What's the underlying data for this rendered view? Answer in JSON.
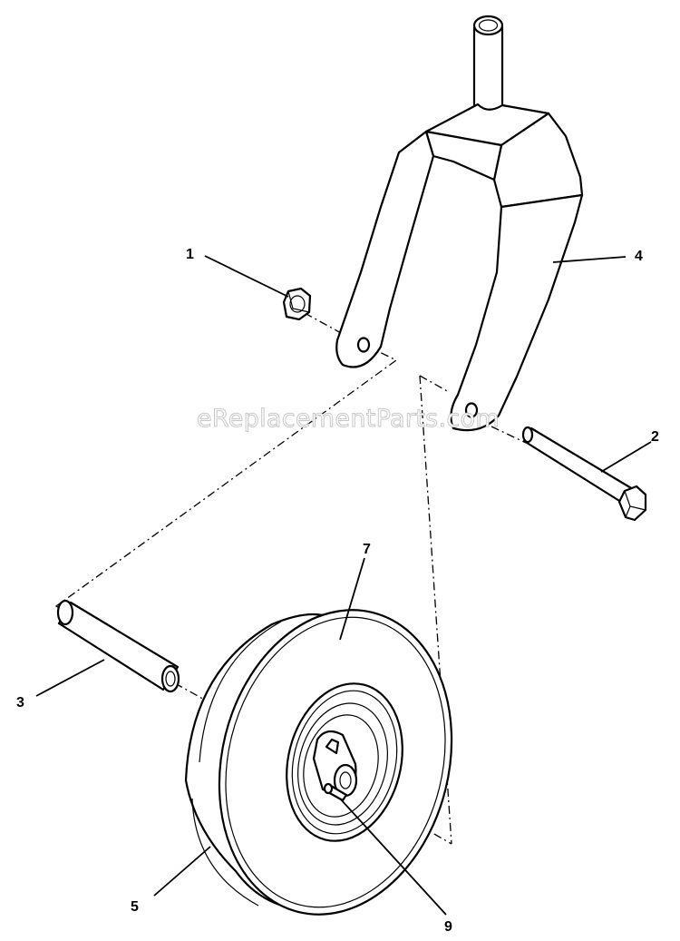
{
  "watermark": "eReplacementParts.com",
  "callouts": {
    "c1": "1",
    "c2": "2",
    "c3": "3",
    "c4": "4",
    "c5": "5",
    "c7": "7",
    "c9": "9"
  }
}
